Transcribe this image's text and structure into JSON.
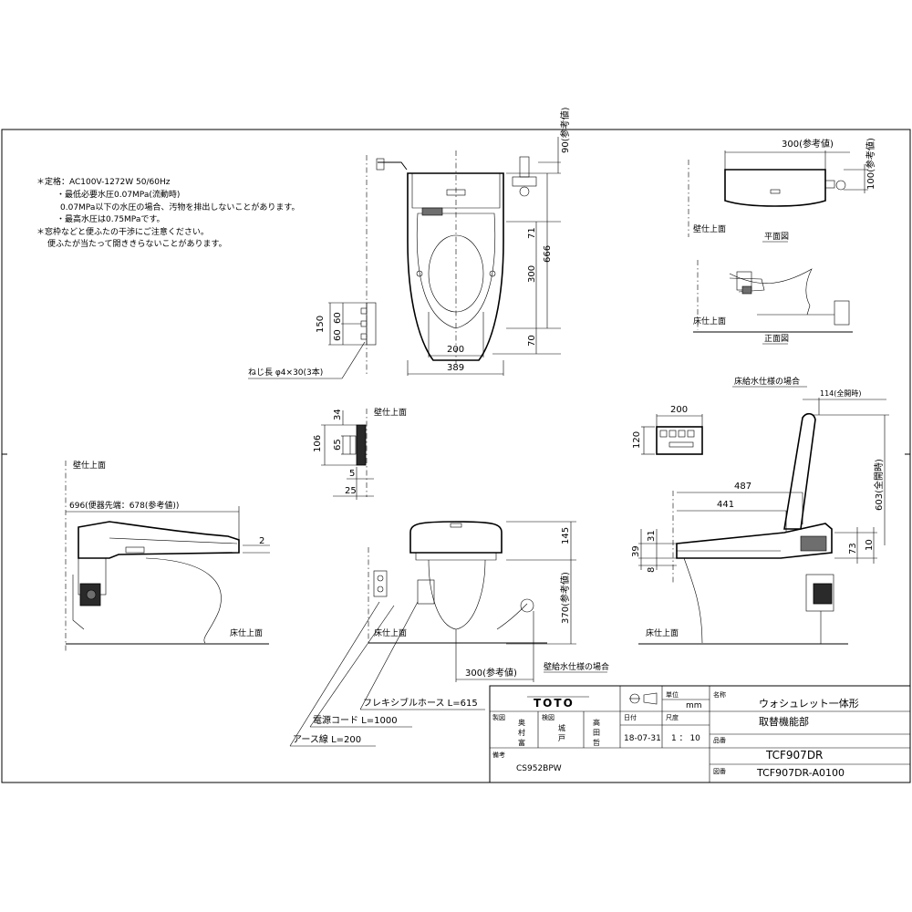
{
  "notes": {
    "line1": "＊定格：AC100V-1272W 50/60Hz",
    "line2": "・最低必要水圧0.07MPa(流動時)",
    "line3": "0.07MPa以下の水圧の場合、汚物を排出しないことがあります。",
    "line4": "・最高水圧は0.75MPaです。",
    "line5": "＊窓枠などと便ふたの干渉にご注意ください。",
    "line6": "便ふたが当たって開ききらないことがあります。"
  },
  "dimensions": {
    "top_ref": "90(参考値)",
    "d71": "71",
    "d666": "666",
    "d300": "300",
    "d70": "70",
    "d200_top": "200",
    "d389": "389",
    "d150": "150",
    "d60a": "60",
    "d60b": "60",
    "screw": "ねじ長 φ4×30(3本)",
    "plan_300": "300(参考値)",
    "plan_100": "100(参考値)",
    "d34": "34",
    "d106": "106",
    "d65": "65",
    "d5": "5",
    "d25": "25",
    "side_696": "696(便器先端：678(参考値))",
    "side_2": "2",
    "front_145": "145",
    "front_370": "370(参考値)",
    "front_300": "300(参考値)",
    "remote_200": "200",
    "remote_120": "120",
    "lift_114": "114(全開時)",
    "lift_603": "603(全開時)",
    "d487": "487",
    "d441": "441",
    "d39": "39",
    "d31": "31",
    "d8": "8",
    "d73": "73",
    "d10": "10"
  },
  "labels": {
    "wall_surface": "壁仕上面",
    "floor_surface": "床仕上面",
    "plan_view": "平面図",
    "front_view": "正面図",
    "floor_supply": "床給水仕様の場合",
    "wall_supply": "壁給水仕様の場合",
    "hose": "フレキシブルホース L=615",
    "cord": "電源コード L=1000",
    "earth": "アース線 L=200"
  },
  "title_block": {
    "brand": "TOTO",
    "unit_label": "単位",
    "unit": "mm",
    "name_label": "名称",
    "name_line1": "ウォシュレット一体形",
    "name_line2": "取替機能部",
    "drafted_label": "製図",
    "drafted_1": "奥",
    "drafted_2": "村",
    "drafted_3": "富",
    "checked_label": "検図",
    "checked_1": "城",
    "checked_2": "戸",
    "approved_1": "高",
    "approved_2": "田",
    "approved_3": "哲",
    "date_label": "日付",
    "date": "18-07-31",
    "scale_label": "尺度",
    "scale": "1 ： 10",
    "product_label": "品番",
    "product": "TCF907DR",
    "remarks_label": "備考",
    "remarks": "CS952BPW",
    "drawing_label": "図番",
    "drawing_no": "TCF907DR-A0100"
  }
}
